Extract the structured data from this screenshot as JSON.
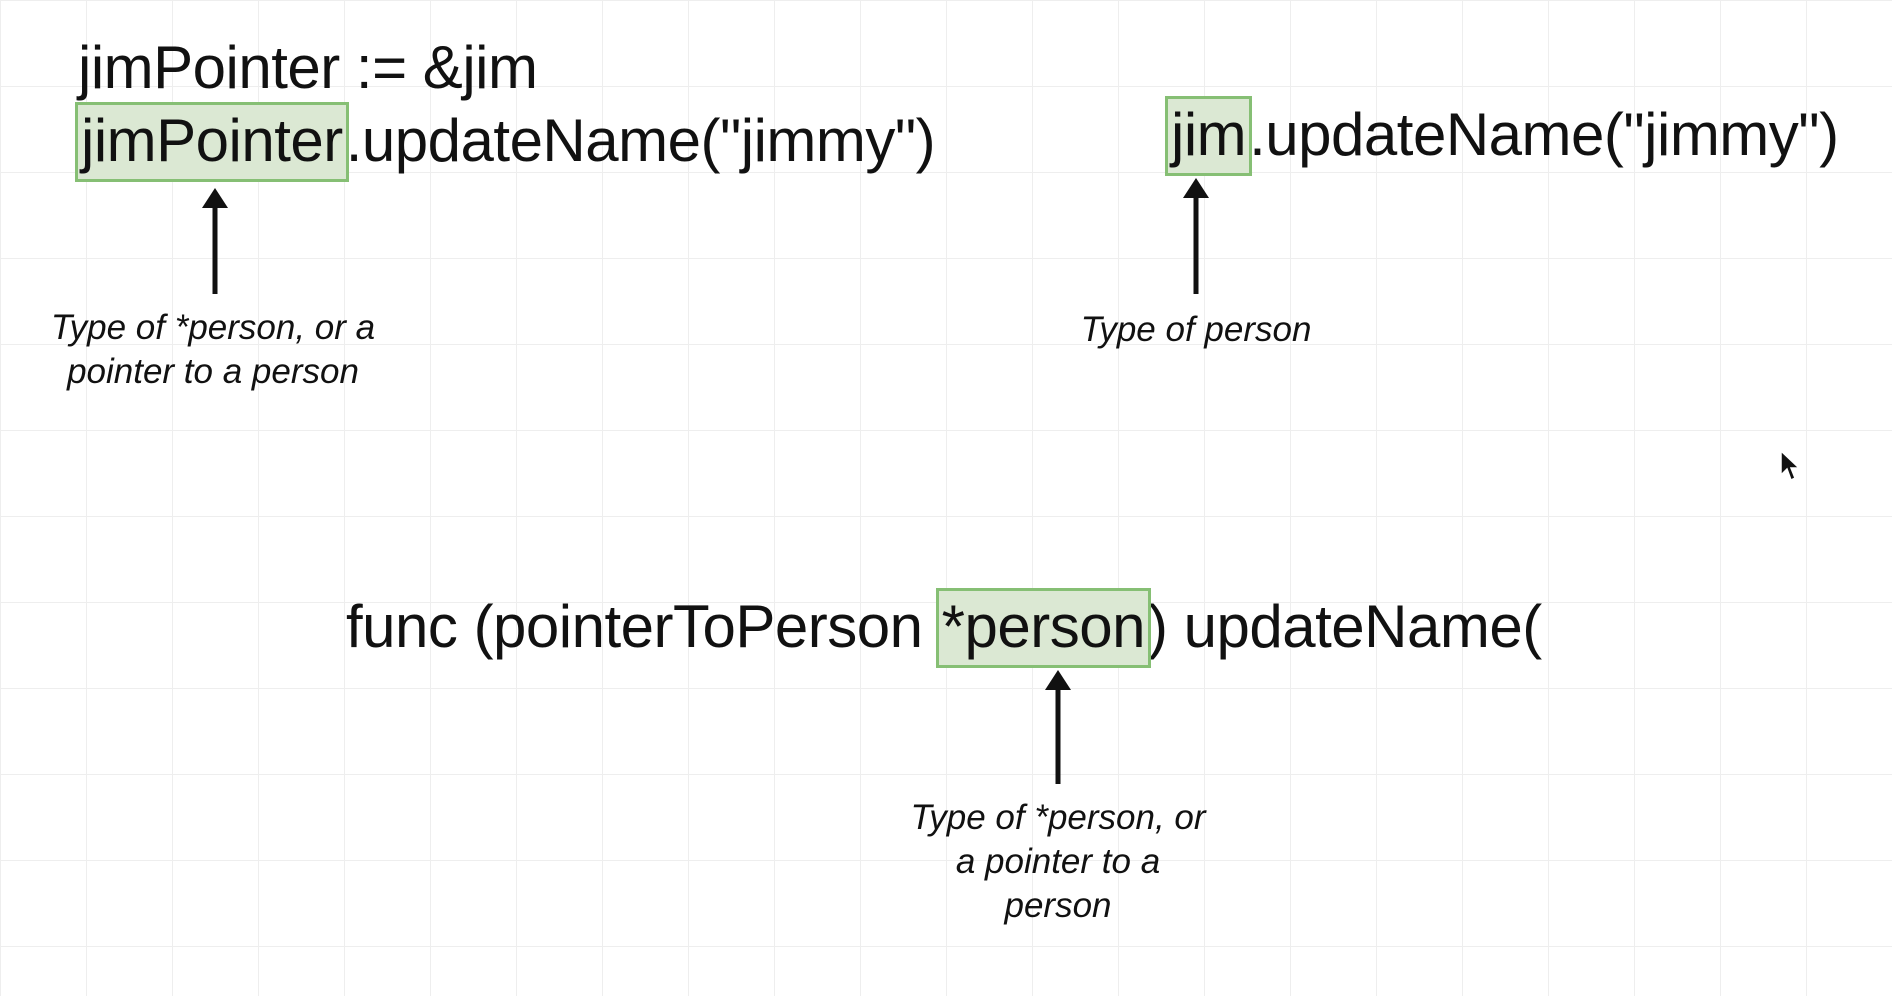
{
  "left_block": {
    "line1": "jimPointer := &jim",
    "line2_highlight": "jimPointer",
    "line2_rest": ".updateName(\"jimmy\")",
    "caption_lines": [
      "Type of *person, or a",
      "pointer to a person"
    ]
  },
  "right_block": {
    "highlight": "jim",
    "rest": ".updateName(\"jimmy\")",
    "caption_lines": [
      "Type of person"
    ]
  },
  "bottom_block": {
    "prefix": "func (pointerToPerson ",
    "highlight": "*person",
    "suffix": ") updateName(",
    "caption_lines": [
      "Type of *person, or",
      "a pointer to a",
      "person"
    ]
  },
  "colors": {
    "highlight_fill": "#dbe8d3",
    "highlight_border": "#86bf74",
    "grid": "#eeeeee",
    "text": "#111111"
  }
}
